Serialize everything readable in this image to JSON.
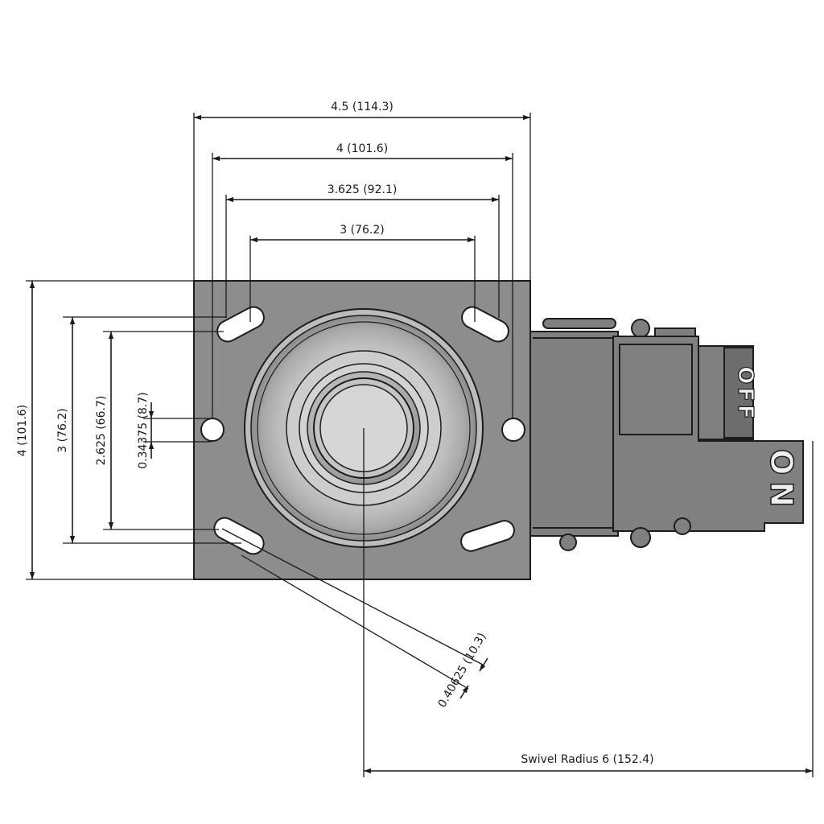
{
  "drawing": {
    "dimensions": {
      "plate_width": "4.5 (114.3)",
      "hole_span_outer": "4 (101.6)",
      "hole_span_mid": "3.625 (92.1)",
      "hole_span_inner": "3 (76.2)",
      "plate_length": "4 (101.6)",
      "slot_span": "3 (76.2)",
      "slot_span_inner": "2.625 (66.7)",
      "hole_diameter": "0.34375 (8.7)",
      "slot_width": "0.40625 (10.3)",
      "swivel_radius": "Swivel Radius 6 (152.4)"
    },
    "brake_labels": {
      "off": "OFF",
      "on": "ON"
    },
    "colors": {
      "plate_fill": "#8d8d8d",
      "line": "#1a1a1a",
      "background": "#ffffff"
    }
  }
}
